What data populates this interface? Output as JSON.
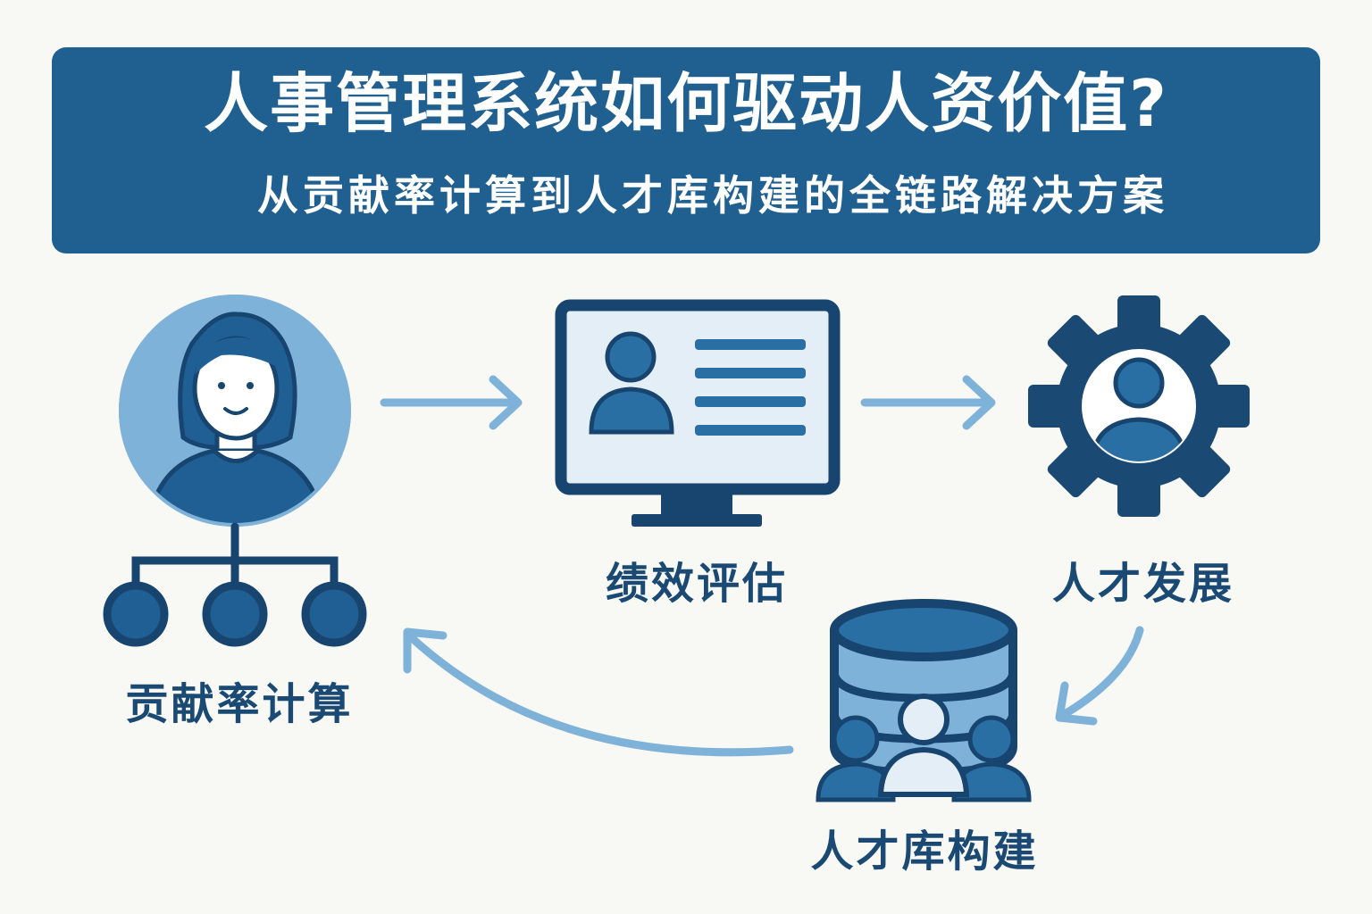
{
  "header": {
    "title": "人事管理系统如何驱动人资价值?",
    "subtitle": "从贡献率计算到人才库构建的全链路解决方案"
  },
  "nodes": [
    {
      "id": "contribution",
      "label": "贡献率计算"
    },
    {
      "id": "performance",
      "label": "绩效评估"
    },
    {
      "id": "development",
      "label": "人才发展"
    },
    {
      "id": "talent-pool",
      "label": "人才库构建"
    }
  ],
  "colors": {
    "header_bg": "#1f6090",
    "dark_blue": "#1a4a73",
    "mid_blue": "#2a6fa3",
    "light_blue": "#7fb2d8",
    "pale_blue": "#e4eef7",
    "background": "#f8f8f5"
  },
  "icons": [
    "person-avatar-icon",
    "org-chart-icon",
    "monitor-profile-icon",
    "gear-person-icon",
    "database-people-icon"
  ]
}
